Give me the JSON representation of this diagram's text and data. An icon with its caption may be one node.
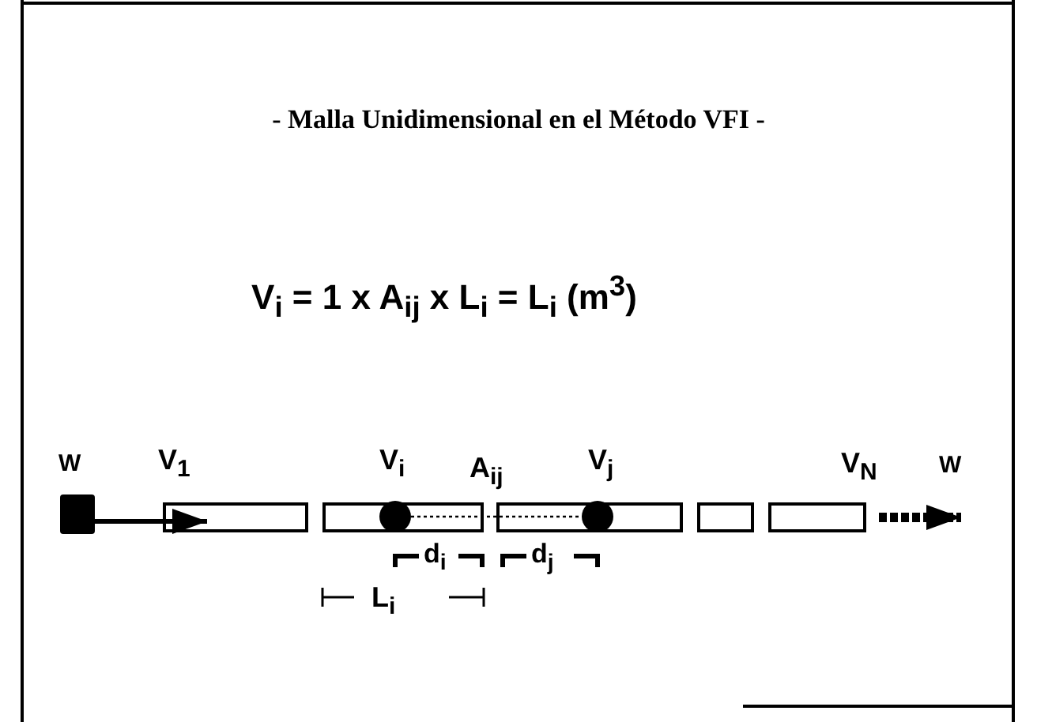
{
  "diagram": {
    "title": "- Malla Unidimensional en el Método VFI -",
    "nodes": [
      {
        "text": [],
        "shape": "box"
      },
      {
        "text": [],
        "shape": "box"
      },
      {
        "text": [],
        "shape": "box"
      },
      {
        "text": [],
        "shape": "box"
      },
      {
        "text": [],
        "shape": "box"
      },
      {
        "text": [],
        "shape": "box"
      },
      {
        "text": [],
        "shape": "circle",
        "in": 2
      },
      {
        "text": [],
        "shape": "circle",
        "in": 3
      }
    ],
    "edges": [
      {
        "from": 0,
        "to": 1,
        "arrow": "to"
      },
      {
        "from": 6,
        "to": 7,
        "arrow": "none",
        "style": "dashed"
      },
      {
        "from": 5,
        "to": null,
        "arrow": "to",
        "style": "dashed"
      }
    ],
    "labels": [
      "V$_{i}$ = 1 x A$_{ij}$ x L$_{i}$ = L$_{i}$ (m$^{3}$)",
      "W",
      "V$_{1}$",
      "V$_{i}$",
      "A$_{ij}$",
      "V$_{j}$",
      "V$_{N}$",
      "W",
      "d$_{i}$",
      "d$_{j}$",
      "L$_{i}$"
    ]
  }
}
